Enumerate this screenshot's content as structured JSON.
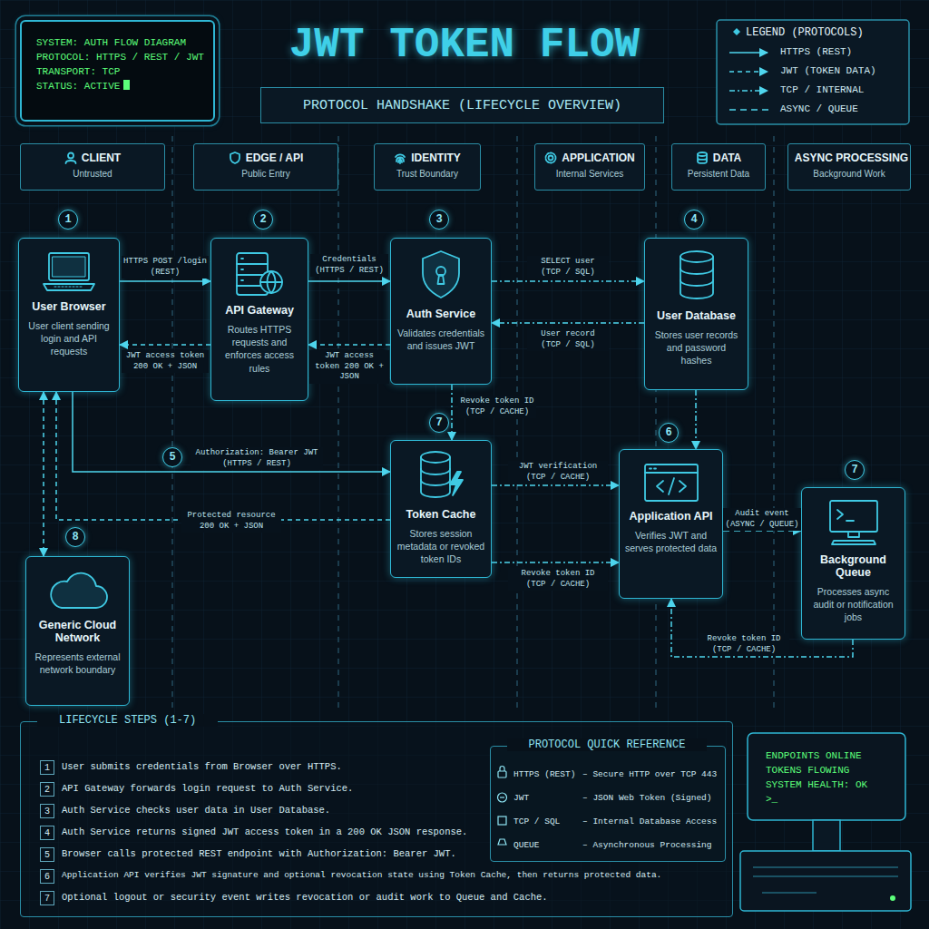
{
  "diagram": {
    "title": "JWT TOKEN FLOW",
    "nodes": [
      {
        "text": [
          "SYSTEM: AUTH FLOW DIAGRAM",
          "PROTOCOL: HTTPS / REST / JWT",
          "TRANSPORT: TCP",
          "STATUS: ACTIVE"
        ]
      },
      {
        "text": [
          "PROTOCOL HANDSHAKE (LIFECYCLE OVERVIEW)"
        ]
      },
      {
        "text": [
          "CLIENT",
          "Untrusted"
        ]
      },
      {
        "text": [
          "EDGE / API",
          "Public Entry"
        ]
      },
      {
        "text": [
          "IDENTITY",
          "Trust Boundary"
        ]
      },
      {
        "text": [
          "APPLICATION",
          "Internal Services"
        ]
      },
      {
        "text": [
          "DATA",
          "Persistent Data"
        ]
      },
      {
        "text": [
          "ASYNC PROCESSING",
          "Background Work"
        ]
      },
      {
        "text": [
          "User Browser",
          "User client sending login and API requests"
        ]
      },
      {
        "text": [
          "API Gateway",
          "Routes HTTPS requests and enforces access rules"
        ]
      },
      {
        "text": [
          "Auth Service",
          "Validates credentials and issues JWT"
        ]
      },
      {
        "text": [
          "User Database",
          "Stores user records and password hashes"
        ]
      },
      {
        "text": [
          "Token Cache",
          "Stores session metadata or revoked token IDs"
        ]
      },
      {
        "text": [
          "Application API",
          "Verifies JWT and serves protected data"
        ]
      },
      {
        "text": [
          "Background Queue",
          "Processes async audit or notification jobs"
        ]
      },
      {
        "text": [
          "Generic Cloud Network",
          "Represents external network boundary"
        ]
      },
      {
        "text": [
          "LIFECYCLE STEPS (1-7)"
        ]
      },
      {
        "text": [
          "PROTOCOL QUICK REFERENCE"
        ],
        "in": 16
      },
      {
        "text": [
          "ENDPOINTS ONLINE",
          "TOKENS FLOWING",
          "SYSTEM HEALTH: OK",
          ">_"
        ]
      }
    ],
    "edges": [
      {
        "from": 8,
        "to": 9,
        "arrow": "to",
        "label": "HTTPS POST /login (REST)"
      },
      {
        "from": 9,
        "to": 10,
        "arrow": "to",
        "label": "Credentials (HTTPS / REST)"
      },
      {
        "from": 10,
        "to": 11,
        "arrow": "to",
        "label": "SELECT user (TCP / SQL)"
      },
      {
        "from": 11,
        "to": 10,
        "arrow": "to",
        "label": "User record (TCP / SQL)"
      },
      {
        "from": 10,
        "to": 9,
        "arrow": "to",
        "label": "JWT access token 200 OK + JSON"
      },
      {
        "from": 9,
        "to": 8,
        "arrow": "to",
        "label": "JWT access token 200 OK + JSON"
      },
      {
        "from": 10,
        "to": 12,
        "arrow": "to",
        "label": "Revoke token ID (TCP / CACHE)"
      },
      {
        "from": 8,
        "to": 12,
        "arrow": "to",
        "label": "Authorization: Bearer JWT (HTTPS / REST)"
      },
      {
        "from": 12,
        "to": 13,
        "arrow": "to",
        "label": "JWT verification (TCP / CACHE)"
      },
      {
        "from": 12,
        "to": 8,
        "arrow": "to",
        "label": "Protected resource 200 OK + JSON"
      },
      {
        "from": 12,
        "to": 13,
        "arrow": "to",
        "label": "Revoke token ID (TCP / CACHE)"
      },
      {
        "from": 11,
        "to": 13,
        "arrow": "to"
      },
      {
        "from": 13,
        "to": 14,
        "arrow": "to",
        "label": "Audit event (ASYNC / QUEUE)"
      },
      {
        "from": 14,
        "to": 13,
        "arrow": "to",
        "label": "Revoke token ID (TCP / CACHE)"
      },
      {
        "from": 8,
        "to": 15,
        "arrow": "both"
      }
    ],
    "labels": [
      "LEGEND (PROTOCOLS)",
      "1",
      "2",
      "3",
      "4",
      "7",
      "5",
      "6",
      "7",
      "8",
      "1",
      "User submits credentials from Browser over HTTPS.",
      "2",
      "API Gateway forwards login request to Auth Service.",
      "3",
      "Auth Service checks user data in User Database.",
      "4",
      "Auth Service returns signed JWT access token in a 200 OK JSON response.",
      "5",
      "Browser calls protected REST endpoint with Authorization: Bearer JWT.",
      "6",
      "Application API verifies JWT signature and optional revocation state using Token Cache, then returns protected data.",
      "7",
      "Optional logout or security event writes revocation or audit work to Queue and Cache.",
      "HTTPS (REST)",
      "– Secure HTTP over TCP 443",
      "JWT",
      "– JSON Web Token (Signed)",
      "TCP / SQL",
      "– Internal Database Access",
      "QUEUE",
      "– Asynchronous Processing"
    ],
    "legend": [
      {
        "text": "HTTPS (REST)"
      },
      {
        "text": "JWT (TOKEN DATA)"
      },
      {
        "text": "TCP / INTERNAL"
      },
      {
        "text": "ASYNC / QUEUE"
      }
    ]
  }
}
